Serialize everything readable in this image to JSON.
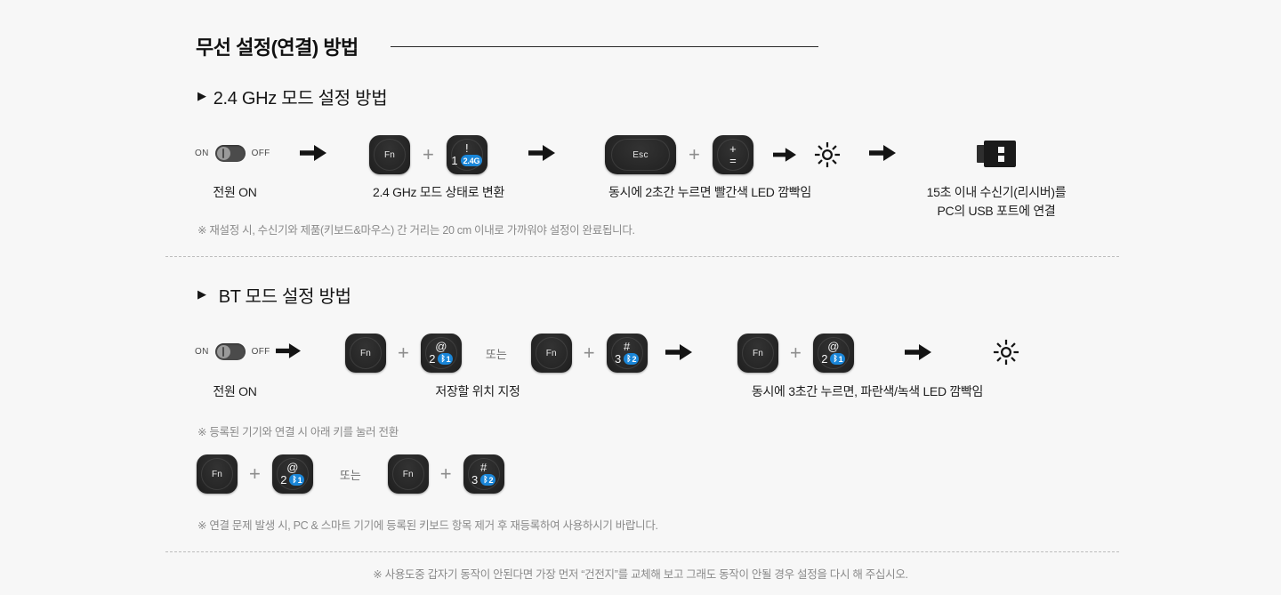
{
  "title": "무선 설정(연결) 방법",
  "sections": [
    {
      "id": "ghz",
      "heading": "2.4 GHz 모드 설정 방법",
      "marker": "▶",
      "power": {
        "on": "ON",
        "off": "OFF",
        "caption": "전원 ON"
      },
      "step_keys_caption": "2.4 GHz 모드 상태로 변환",
      "keys": {
        "fn": "Fn",
        "one_top": "!",
        "one_bottom": "1",
        "one_badge": "2.4G",
        "esc": "Esc",
        "plus_glyph": "+",
        "equal_glyph": "="
      },
      "led_caption": "동시에 2초간 누르면 빨간색 LED 깜빡임",
      "receiver_caption_line1": "15초 이내 수신기(리시버)를",
      "receiver_caption_line2": "PC의 USB 포트에 연결",
      "note": "※ 재설정 시, 수신기와 제품(키보드&마우스) 간 거리는 20 cm 이내로 가까워야 설정이 완료됩니다."
    },
    {
      "id": "bt",
      "heading": "BT 모드 설정 방법",
      "marker": "▶",
      "power": {
        "on": "ON",
        "off": "OFF",
        "caption": "전원 ON"
      },
      "or_label": "또는",
      "store_caption": "저장할 위치 지정",
      "keys": {
        "fn": "Fn",
        "two_top": "@",
        "two_bottom": "2",
        "two_badge_num": "1",
        "three_top": "#",
        "three_bottom": "3",
        "three_badge_num": "2",
        "bt_glyph": "ᛒ"
      },
      "led_caption": "동시에 3초간 누르면, 파란색/녹색 LED 깜빡임",
      "note_switch": "※ 등록된 기기와 연결 시 아래 키를 눌러 전환",
      "note_problem": "※ 연결 문제 발생 시, PC & 스마트 기기에 등록된 키보드 항목 제거 후 재등록하여 사용하시기 바랍니다."
    }
  ],
  "footer_note": "※ 사용도중 갑자기 동작이 안된다면 가장 먼저 “건전지”를 교체해 보고 그래도 동작이 안될 경우 설정을 다시 해 주십시오.",
  "colors": {
    "background": "#f7f7f7",
    "key_dark": "#262626",
    "badge_blue": "#1a86d8",
    "text": "#1b1b1b",
    "muted": "#8a8a8a"
  }
}
